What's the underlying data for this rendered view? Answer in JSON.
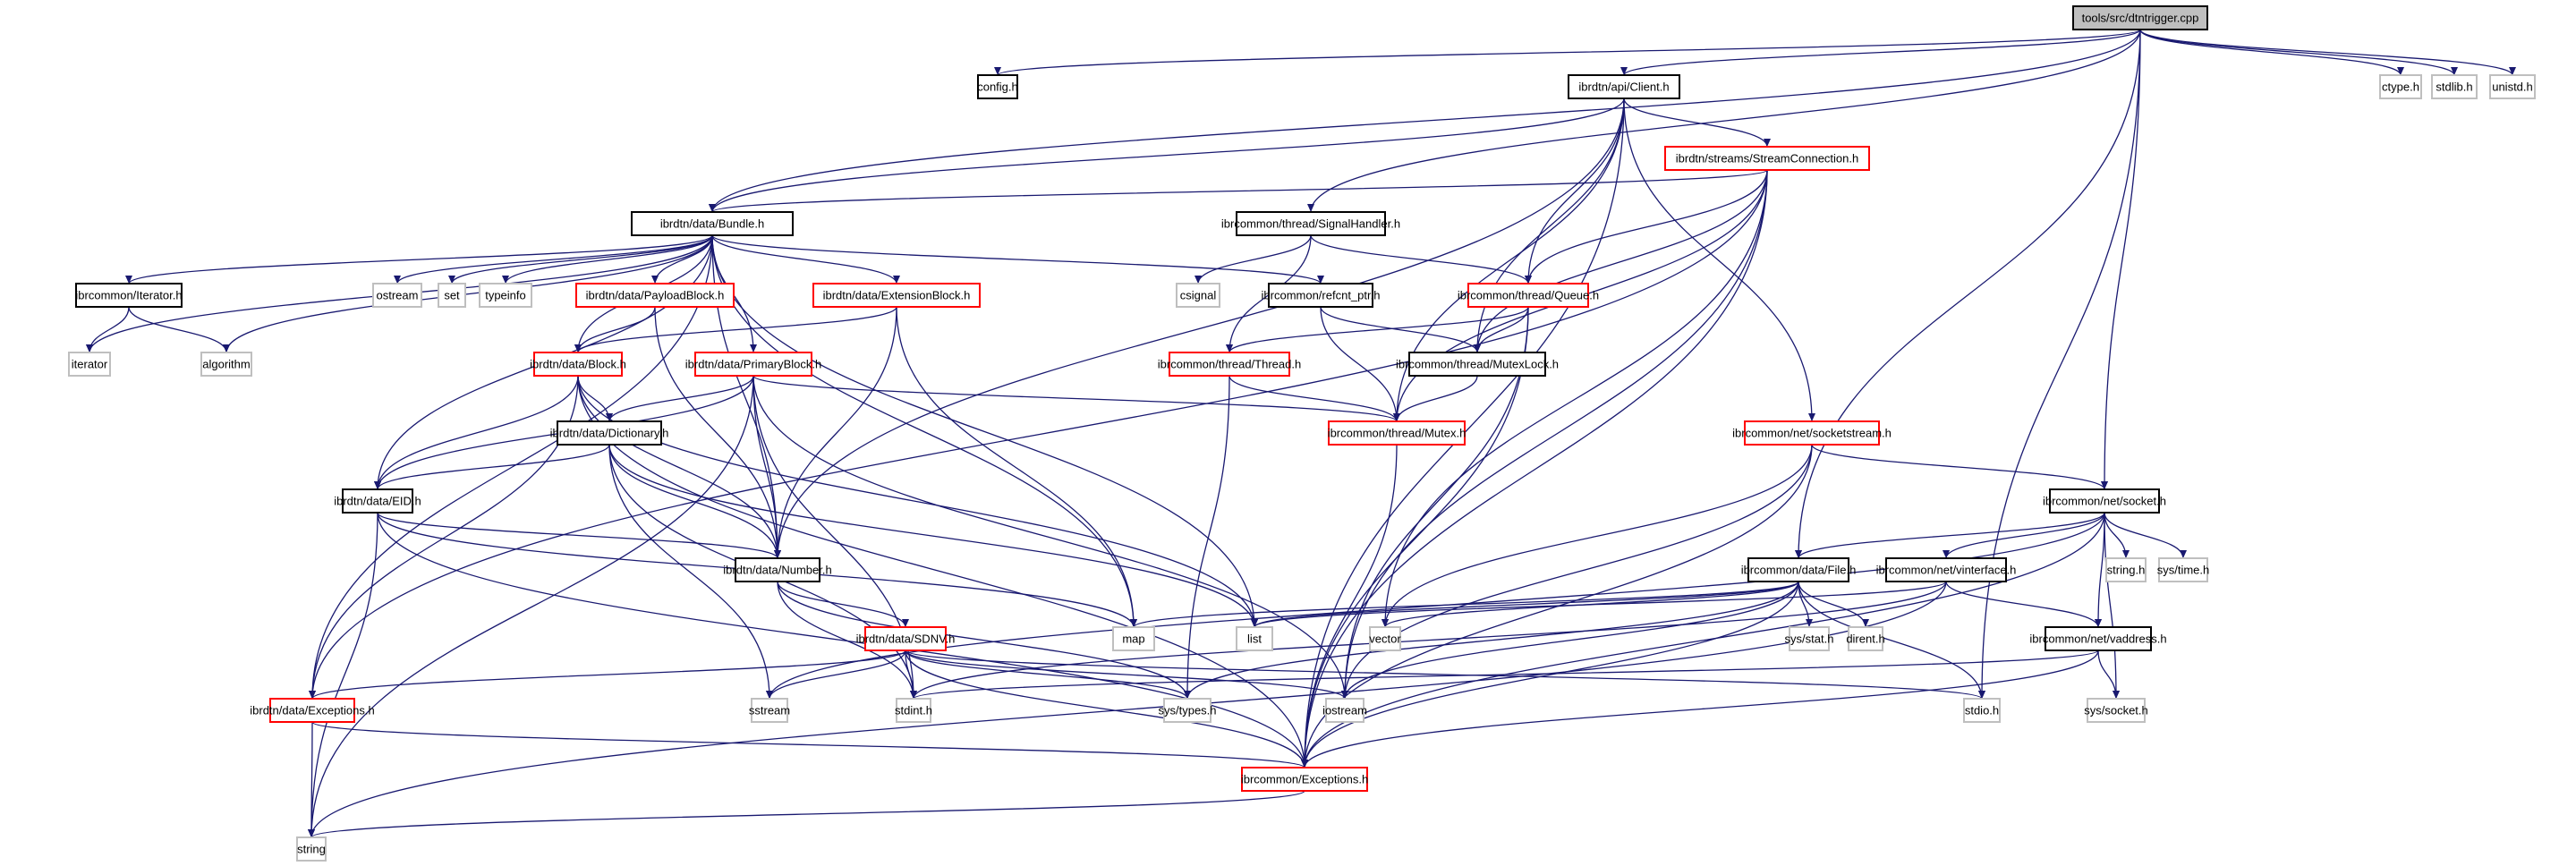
{
  "title": "tools/src/dtntrigger.cpp include dependency graph",
  "colors": {
    "edge": "#191970",
    "documented_border": "#000000",
    "undocumented_border": "#ff0000",
    "system_border": "#bfbfbf",
    "root_fill": "#bfbfbf"
  },
  "nodes": [
    {
      "id": "root",
      "label": "tools/src/dtntrigger.cpp",
      "kind": "root"
    },
    {
      "id": "config",
      "label": "config.h",
      "kind": "doc"
    },
    {
      "id": "client",
      "label": "ibrdtn/api/Client.h",
      "kind": "doc"
    },
    {
      "id": "ctype",
      "label": "ctype.h",
      "kind": "sys"
    },
    {
      "id": "stdlib",
      "label": "stdlib.h",
      "kind": "sys"
    },
    {
      "id": "unistd",
      "label": "unistd.h",
      "kind": "sys"
    },
    {
      "id": "streamconn",
      "label": "ibrdtn/streams/StreamConnection.h",
      "kind": "red"
    },
    {
      "id": "bundle",
      "label": "ibrdtn/data/Bundle.h",
      "kind": "doc"
    },
    {
      "id": "sighandler",
      "label": "ibrcommon/thread/SignalHandler.h",
      "kind": "doc"
    },
    {
      "id": "iteratorh",
      "label": "ibrcommon/Iterator.h",
      "kind": "doc"
    },
    {
      "id": "ostream",
      "label": "ostream",
      "kind": "sys"
    },
    {
      "id": "set",
      "label": "set",
      "kind": "sys"
    },
    {
      "id": "typeinfo",
      "label": "typeinfo",
      "kind": "sys"
    },
    {
      "id": "payload",
      "label": "ibrdtn/data/PayloadBlock.h",
      "kind": "red"
    },
    {
      "id": "extblock",
      "label": "ibrdtn/data/ExtensionBlock.h",
      "kind": "red"
    },
    {
      "id": "csignal",
      "label": "csignal",
      "kind": "sys"
    },
    {
      "id": "refcnt",
      "label": "ibrcommon/refcnt_ptr.h",
      "kind": "doc"
    },
    {
      "id": "queue",
      "label": "ibrcommon/thread/Queue.h",
      "kind": "red"
    },
    {
      "id": "iterator",
      "label": "iterator",
      "kind": "sys"
    },
    {
      "id": "algorithm",
      "label": "algorithm",
      "kind": "sys"
    },
    {
      "id": "block",
      "label": "ibrdtn/data/Block.h",
      "kind": "red"
    },
    {
      "id": "primary",
      "label": "ibrdtn/data/PrimaryBlock.h",
      "kind": "red"
    },
    {
      "id": "thread",
      "label": "ibrcommon/thread/Thread.h",
      "kind": "red"
    },
    {
      "id": "mutexlock",
      "label": "ibrcommon/thread/MutexLock.h",
      "kind": "doc"
    },
    {
      "id": "dictionary",
      "label": "ibrdtn/data/Dictionary.h",
      "kind": "doc"
    },
    {
      "id": "mutex",
      "label": "ibrcommon/thread/Mutex.h",
      "kind": "red"
    },
    {
      "id": "sockstream",
      "label": "ibrcommon/net/socketstream.h",
      "kind": "red"
    },
    {
      "id": "eid",
      "label": "ibrdtn/data/EID.h",
      "kind": "doc"
    },
    {
      "id": "socket",
      "label": "ibrcommon/net/socket.h",
      "kind": "doc"
    },
    {
      "id": "number",
      "label": "ibrdtn/data/Number.h",
      "kind": "doc"
    },
    {
      "id": "file",
      "label": "ibrcommon/data/File.h",
      "kind": "doc"
    },
    {
      "id": "vinterface",
      "label": "ibrcommon/net/vinterface.h",
      "kind": "doc"
    },
    {
      "id": "stringh",
      "label": "string.h",
      "kind": "sys"
    },
    {
      "id": "systime",
      "label": "sys/time.h",
      "kind": "sys"
    },
    {
      "id": "map",
      "label": "map",
      "kind": "sys"
    },
    {
      "id": "list",
      "label": "list",
      "kind": "sys"
    },
    {
      "id": "vector",
      "label": "vector",
      "kind": "sys"
    },
    {
      "id": "sysstat",
      "label": "sys/stat.h",
      "kind": "sys"
    },
    {
      "id": "dirent",
      "label": "dirent.h",
      "kind": "sys"
    },
    {
      "id": "sdnv",
      "label": "ibrdtn/data/SDNV.h",
      "kind": "red"
    },
    {
      "id": "vaddress",
      "label": "ibrcommon/net/vaddress.h",
      "kind": "doc"
    },
    {
      "id": "dataexc",
      "label": "ibrdtn/data/Exceptions.h",
      "kind": "red"
    },
    {
      "id": "sstream",
      "label": "sstream",
      "kind": "sys"
    },
    {
      "id": "stdint",
      "label": "stdint.h",
      "kind": "sys"
    },
    {
      "id": "systypes",
      "label": "sys/types.h",
      "kind": "sys"
    },
    {
      "id": "iostream",
      "label": "iostream",
      "kind": "sys"
    },
    {
      "id": "stdio",
      "label": "stdio.h",
      "kind": "sys"
    },
    {
      "id": "syssocket",
      "label": "sys/socket.h",
      "kind": "sys"
    },
    {
      "id": "commonexc",
      "label": "ibrcommon/Exceptions.h",
      "kind": "red"
    },
    {
      "id": "string",
      "label": "string",
      "kind": "sys"
    }
  ],
  "edges": [
    [
      "root",
      "config"
    ],
    [
      "root",
      "client"
    ],
    [
      "root",
      "ctype"
    ],
    [
      "root",
      "stdlib"
    ],
    [
      "root",
      "unistd"
    ],
    [
      "root",
      "bundle"
    ],
    [
      "root",
      "sighandler"
    ],
    [
      "root",
      "file"
    ],
    [
      "root",
      "socket"
    ],
    [
      "root",
      "stdio"
    ],
    [
      "client",
      "streamconn"
    ],
    [
      "client",
      "bundle"
    ],
    [
      "client",
      "queue"
    ],
    [
      "client",
      "mutexlock"
    ],
    [
      "client",
      "mutex"
    ],
    [
      "client",
      "number"
    ],
    [
      "client",
      "sockstream"
    ],
    [
      "client",
      "commonexc"
    ],
    [
      "streamconn",
      "bundle"
    ],
    [
      "streamconn",
      "queue"
    ],
    [
      "streamconn",
      "mutexlock"
    ],
    [
      "streamconn",
      "mutex"
    ],
    [
      "streamconn",
      "dataexc"
    ],
    [
      "streamconn",
      "vector"
    ],
    [
      "streamconn",
      "iostream"
    ],
    [
      "streamconn",
      "commonexc"
    ],
    [
      "bundle",
      "iteratorh"
    ],
    [
      "bundle",
      "iterator"
    ],
    [
      "bundle",
      "algorithm"
    ],
    [
      "bundle",
      "ostream"
    ],
    [
      "bundle",
      "set"
    ],
    [
      "bundle",
      "typeinfo"
    ],
    [
      "bundle",
      "payload"
    ],
    [
      "bundle",
      "extblock"
    ],
    [
      "bundle",
      "primary"
    ],
    [
      "bundle",
      "block"
    ],
    [
      "bundle",
      "eid"
    ],
    [
      "bundle",
      "number"
    ],
    [
      "bundle",
      "map"
    ],
    [
      "bundle",
      "list"
    ],
    [
      "bundle",
      "refcnt"
    ],
    [
      "bundle",
      "dataexc"
    ],
    [
      "sighandler",
      "csignal"
    ],
    [
      "sighandler",
      "thread"
    ],
    [
      "sighandler",
      "queue"
    ],
    [
      "iteratorh",
      "iterator"
    ],
    [
      "iteratorh",
      "algorithm"
    ],
    [
      "payload",
      "block"
    ],
    [
      "payload",
      "number"
    ],
    [
      "extblock",
      "block"
    ],
    [
      "extblock",
      "number"
    ],
    [
      "extblock",
      "map"
    ],
    [
      "refcnt",
      "mutexlock"
    ],
    [
      "refcnt",
      "mutex"
    ],
    [
      "queue",
      "thread"
    ],
    [
      "queue",
      "mutexlock"
    ],
    [
      "queue",
      "iostream"
    ],
    [
      "queue",
      "commonexc"
    ],
    [
      "block",
      "dictionary"
    ],
    [
      "block",
      "eid"
    ],
    [
      "block",
      "number"
    ],
    [
      "block",
      "list"
    ],
    [
      "block",
      "dataexc"
    ],
    [
      "block",
      "commonexc"
    ],
    [
      "primary",
      "dictionary"
    ],
    [
      "primary",
      "eid"
    ],
    [
      "primary",
      "number"
    ],
    [
      "primary",
      "mutex"
    ],
    [
      "primary",
      "stdint"
    ],
    [
      "primary",
      "iostream"
    ],
    [
      "primary",
      "string"
    ],
    [
      "thread",
      "mutex"
    ],
    [
      "thread",
      "systypes"
    ],
    [
      "mutexlock",
      "mutex"
    ],
    [
      "dictionary",
      "eid"
    ],
    [
      "dictionary",
      "number"
    ],
    [
      "dictionary",
      "sstream"
    ],
    [
      "dictionary",
      "stdint"
    ],
    [
      "dictionary",
      "list"
    ],
    [
      "mutex",
      "commonexc"
    ],
    [
      "sockstream",
      "socket"
    ],
    [
      "sockstream",
      "vector"
    ],
    [
      "sockstream",
      "iostream"
    ],
    [
      "sockstream",
      "commonexc"
    ],
    [
      "eid",
      "number"
    ],
    [
      "eid",
      "map"
    ],
    [
      "eid",
      "string"
    ],
    [
      "eid",
      "commonexc"
    ],
    [
      "socket",
      "file"
    ],
    [
      "socket",
      "vinterface"
    ],
    [
      "socket",
      "stringh"
    ],
    [
      "socket",
      "systime"
    ],
    [
      "socket",
      "vaddress"
    ],
    [
      "socket",
      "syssocket"
    ],
    [
      "socket",
      "commonexc"
    ],
    [
      "socket",
      "sstream"
    ],
    [
      "number",
      "sdnv"
    ],
    [
      "number",
      "stdint"
    ],
    [
      "number",
      "systypes"
    ],
    [
      "file",
      "list"
    ],
    [
      "file",
      "map"
    ],
    [
      "file",
      "vector"
    ],
    [
      "file",
      "sysstat"
    ],
    [
      "file",
      "dirent"
    ],
    [
      "file",
      "systypes"
    ],
    [
      "file",
      "iostream"
    ],
    [
      "file",
      "stdio"
    ],
    [
      "file",
      "commonexc"
    ],
    [
      "vinterface",
      "vaddress"
    ],
    [
      "vinterface",
      "list"
    ],
    [
      "vinterface",
      "stdint"
    ],
    [
      "vinterface",
      "string"
    ],
    [
      "sdnv",
      "dataexc"
    ],
    [
      "sdnv",
      "sstream"
    ],
    [
      "sdnv",
      "stdint"
    ],
    [
      "sdnv",
      "systypes"
    ],
    [
      "sdnv",
      "iostream"
    ],
    [
      "sdnv",
      "stdio"
    ],
    [
      "sdnv",
      "commonexc"
    ],
    [
      "vaddress",
      "syssocket"
    ],
    [
      "vaddress",
      "stdint"
    ],
    [
      "vaddress",
      "commonexc"
    ],
    [
      "dataexc",
      "string"
    ],
    [
      "dataexc",
      "commonexc"
    ],
    [
      "commonexc",
      "string"
    ]
  ]
}
